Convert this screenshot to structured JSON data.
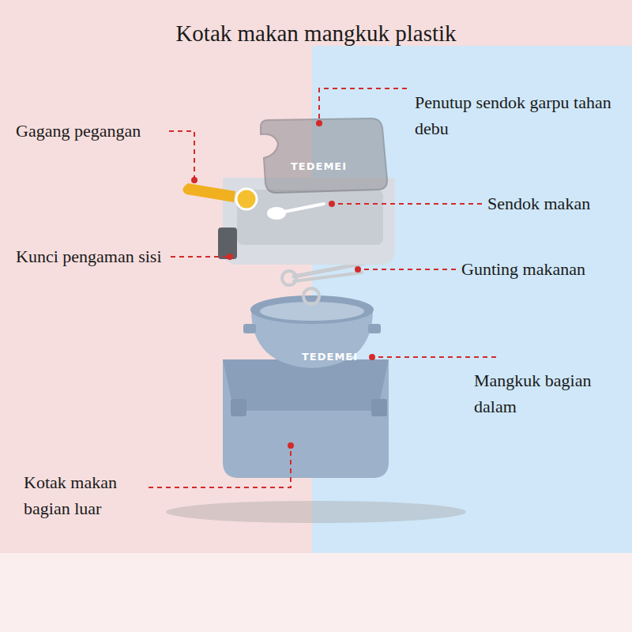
{
  "diagram": {
    "title": "Kotak makan mangkuk plastik",
    "labels": [
      "Gagang pegangan",
      "Penutup sendok garpu tahan debu",
      "Sendok makan",
      "Kunci pengaman sisi",
      "Gunting makanan",
      "Mangkuk bagian dalam",
      "Kotak makan bagian luar",
      "TEDEMEI",
      "TEDEMEI"
    ]
  }
}
